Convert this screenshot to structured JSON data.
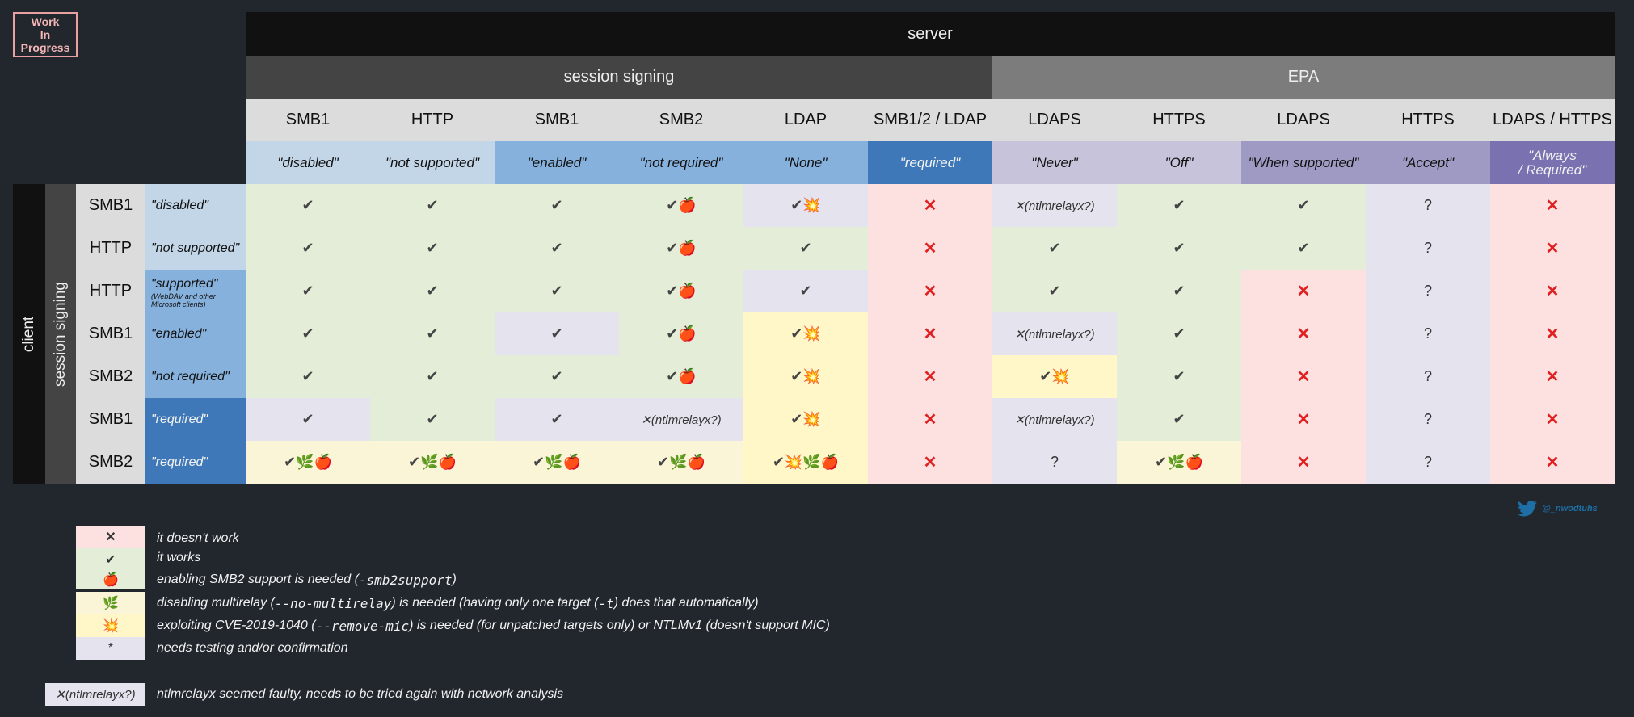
{
  "badge": "Work\nIn\nProgress",
  "header": {
    "server": "server",
    "session_signing": "session signing",
    "epa": "EPA"
  },
  "server_protocols": [
    "SMB1",
    "HTTP",
    "SMB1",
    "SMB2",
    "LDAP",
    "SMB1/2 / LDAP",
    "LDAPS",
    "HTTPS",
    "LDAPS",
    "HTTPS",
    "LDAPS / HTTPS"
  ],
  "server_values": [
    "\"disabled\"",
    "\"not supported\"",
    "\"enabled\"",
    "\"not required\"",
    "\"None\"",
    "\"required\"",
    "\"Never\"",
    "\"Off\"",
    "\"When supported\"",
    "\"Accept\"",
    "\"Always\n/ Required\""
  ],
  "client": {
    "label": "client",
    "session_signing": "session signing"
  },
  "rows": [
    {
      "proto": "SMB1",
      "value": "\"disabled\"",
      "sub": "",
      "cells": [
        "✔",
        "✔",
        "✔",
        "✔🍎",
        "✔💥",
        "✕",
        "✕(ntlmrelayx?)",
        "✔",
        "✔",
        "?",
        "✕"
      ]
    },
    {
      "proto": "HTTP",
      "value": "\"not supported\"",
      "sub": "",
      "cells": [
        "✔",
        "✔",
        "✔",
        "✔🍎",
        "✔",
        "✕",
        "✔",
        "✔",
        "✔",
        "?",
        "✕"
      ]
    },
    {
      "proto": "HTTP",
      "value": "\"supported\"",
      "sub": "(WebDAV and other Microsoft clients)",
      "cells": [
        "✔",
        "✔",
        "✔",
        "✔🍎",
        "✔",
        "✕",
        "✔",
        "✔",
        "✕",
        "?",
        "✕"
      ]
    },
    {
      "proto": "SMB1",
      "value": "\"enabled\"",
      "sub": "",
      "cells": [
        "✔",
        "✔",
        "✔",
        "✔🍎",
        "✔💥",
        "✕",
        "✕(ntlmrelayx?)",
        "✔",
        "✕",
        "?",
        "✕"
      ]
    },
    {
      "proto": "SMB2",
      "value": "\"not required\"",
      "sub": "",
      "cells": [
        "✔",
        "✔",
        "✔",
        "✔🍎",
        "✔💥",
        "✕",
        "✔💥",
        "✔",
        "✕",
        "?",
        "✕"
      ]
    },
    {
      "proto": "SMB1",
      "value": "\"required\"",
      "sub": "",
      "cells": [
        "✔",
        "✔",
        "✔",
        "✕(ntlmrelayx?)",
        "✔💥",
        "✕",
        "✕(ntlmrelayx?)",
        "✔",
        "✕",
        "?",
        "✕"
      ]
    },
    {
      "proto": "SMB2",
      "value": "\"required\"",
      "sub": "",
      "cells": [
        "✔🌿🍎",
        "✔🌿🍎",
        "✔🌿🍎",
        "✔🌿🍎",
        "✔💥🌿🍎",
        "✕",
        "?",
        "✔🌿🍎",
        "✕",
        "?",
        "✕"
      ]
    }
  ],
  "twitter": "@_nwodtuhs",
  "legend": [
    {
      "symbol": "✕",
      "text": "it doesn't work"
    },
    {
      "symbol": "✔",
      "text": "it works"
    },
    {
      "symbol": "🍎",
      "text_before": "enabling SMB2 support is needed (",
      "code": "-smb2support",
      "text_after": ")"
    },
    {
      "symbol": "🌿",
      "text_before": "disabling multirelay (",
      "code": "--no-multirelay",
      "text_mid": ") is needed (having only one target (",
      "code2": "-t",
      "text_after": ") does that automatically)"
    },
    {
      "symbol": "💥",
      "text_before": "exploiting CVE-2019-1040 (",
      "code": "--remove-mic",
      "text_after": ") is needed (for unpatched targets only) or NTLMv1 (doesn't support MIC)"
    },
    {
      "symbol": "*",
      "text": "needs testing and/or confirmation"
    }
  ],
  "note": {
    "symbol": "✕(ntlmrelayx?)",
    "text": "ntlmrelayx seemed faulty, needs to be tried again with network analysis"
  }
}
